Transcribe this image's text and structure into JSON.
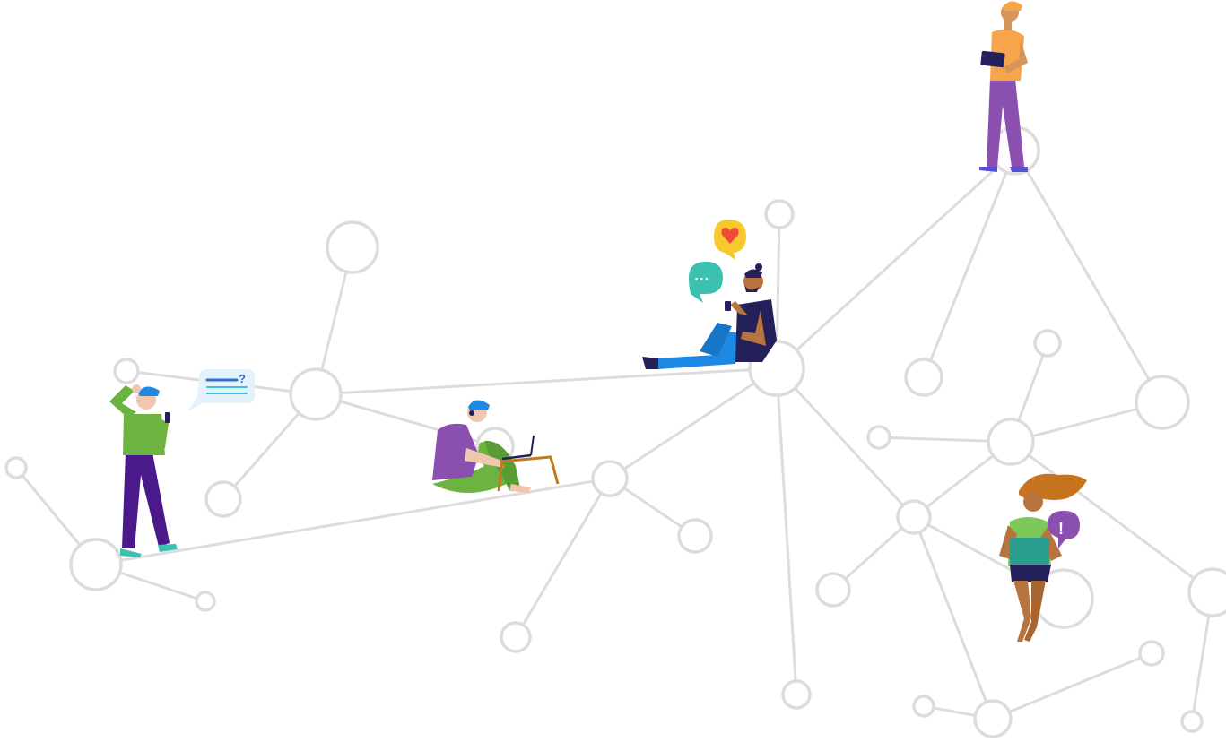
{
  "illustration": {
    "kind": "network-of-people",
    "colors": {
      "line": "#dcdcdc",
      "green": "#6db33f",
      "purple_dark": "#4b1a8a",
      "purple": "#8b4fb0",
      "orange": "#f6a54a",
      "blue": "#1e88e5",
      "teal": "#3cc0b0",
      "navy": "#24215a",
      "yellow": "#f7c92e",
      "red": "#ef4b3a",
      "skin_light": "#f1c6b0",
      "skin_tan": "#d6955b",
      "skin_brown": "#b8743f",
      "hair_orange": "#c8741e"
    },
    "figures": [
      {
        "id": "standing-phone-person",
        "bubble": "question-message-bubble"
      },
      {
        "id": "sitting-laptop-person",
        "bubble": null
      },
      {
        "id": "reclining-phone-person",
        "bubble": "chat-and-heart-bubbles"
      },
      {
        "id": "standing-tablet-person",
        "bubble": null
      },
      {
        "id": "sitting-laptop-woman",
        "bubble": "exclamation-bubble"
      }
    ],
    "bubble_marks": {
      "question": "?",
      "exclamation": "!",
      "ellipsis": "• • •"
    }
  }
}
